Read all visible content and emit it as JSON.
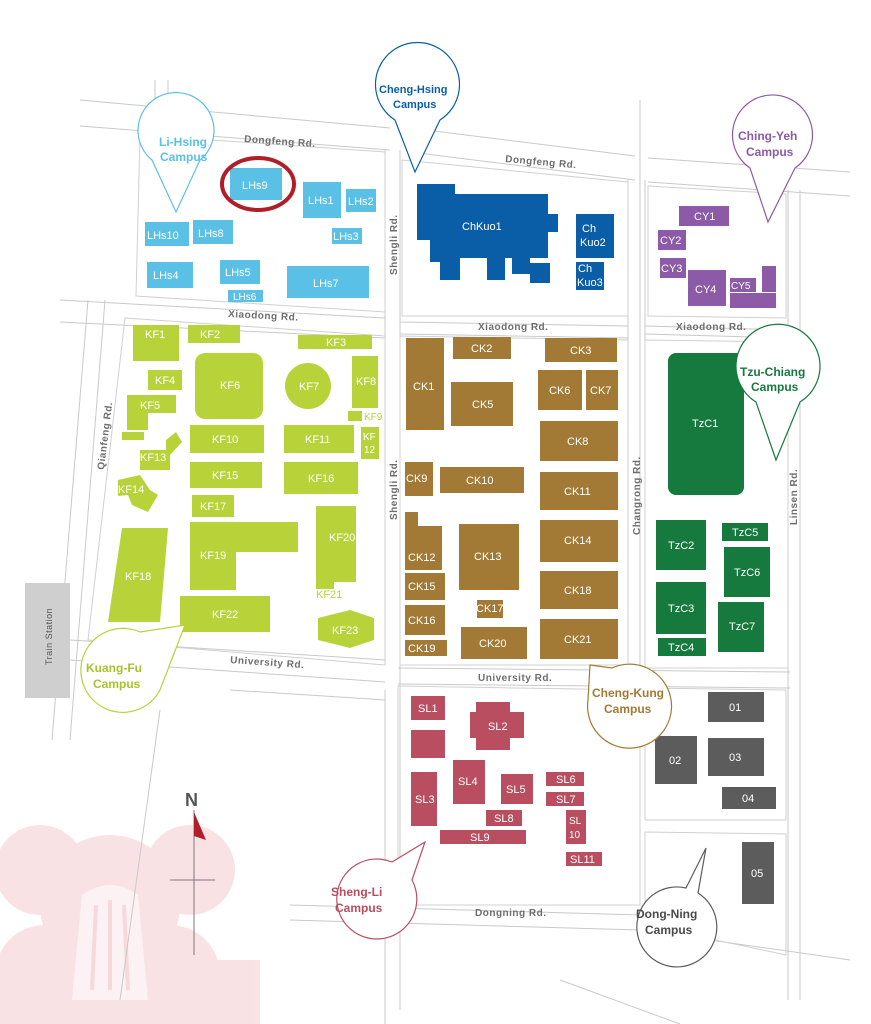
{
  "compass": {
    "label": "N"
  },
  "roads": {
    "dongfeng_w": "Dongfeng Rd.",
    "dongfeng_e": "Dongfeng Rd.",
    "xiaodong_w": "Xiaodong Rd.",
    "xiaodong_c": "Xiaodong Rd.",
    "xiaodong_e": "Xiaodong Rd.",
    "shengli_n": "Shengli Rd.",
    "shengli_s": "Shengli Rd.",
    "qianfeng": "Qianfeng Rd.",
    "changrong": "Changrong Rd.",
    "linsen": "Linsen Rd.",
    "university_w": "University  Rd.",
    "university_e": "University  Rd.",
    "dongning": "Dongning Rd.",
    "train_station": "Train Station"
  },
  "campuses": {
    "lihsing": [
      "Li-Hsing",
      "Campus"
    ],
    "chenghsing": [
      "Cheng-Hsing",
      "Campus"
    ],
    "chingyeh": [
      "Ching-Yeh",
      "Campus"
    ],
    "tzuchiang": [
      "Tzu-Chiang",
      "Campus"
    ],
    "kuangfu": [
      "Kuang-Fu",
      "Campus"
    ],
    "chengkung": [
      "Cheng-Kung",
      "Campus"
    ],
    "shengli": [
      "Sheng-Li",
      "Campus"
    ],
    "dongning": [
      "Dong-Ning",
      "Campus"
    ]
  },
  "colors": {
    "lihsing": "#5bc0e6",
    "chenghsing": "#0a5ea8",
    "chingyeh": "#8c5aa6",
    "tzuchiang": "#167a3e",
    "kuangfu": "#b8d33a",
    "chengkung": "#a37a35",
    "shengli": "#b84e60",
    "dongning": "#5c5c5c",
    "highlight": "#b01e2a"
  },
  "highlighted_building": "LHs9",
  "buildings": {
    "lhs": [
      "LHs9",
      "LHs1",
      "LHs2",
      "LHs3",
      "LHs10",
      "LHs8",
      "LHs4",
      "LHs5",
      "LHs6",
      "LHs7"
    ],
    "chkuo": [
      "ChKuo1",
      "Ch",
      "Kuo2",
      "Ch",
      "Kuo3"
    ],
    "cy": [
      "CY1",
      "CY2",
      "CY3",
      "CY4",
      "CY5"
    ],
    "kf": [
      "KF1",
      "KF2",
      "KF3",
      "KF4",
      "KF5",
      "KF6",
      "KF7",
      "KF8",
      "KF9",
      "KF10",
      "KF11",
      "KF",
      "12",
      "KF13",
      "KF14",
      "KF15",
      "KF16",
      "KF17",
      "KF18",
      "KF19",
      "KF20",
      "KF21",
      "KF22",
      "KF23"
    ],
    "ck": [
      "CK1",
      "CK2",
      "CK3",
      "CK5",
      "CK6",
      "CK7",
      "CK8",
      "CK9",
      "CK10",
      "CK11",
      "CK12",
      "CK13",
      "CK14",
      "CK15",
      "CK16",
      "CK17",
      "CK18",
      "CK19",
      "CK20",
      "CK21"
    ],
    "tzc": [
      "TzC1",
      "TzC2",
      "TzC3",
      "TzC4",
      "TzC5",
      "TzC6",
      "TzC7"
    ],
    "sl": [
      "SL1",
      "SL2",
      "SL3",
      "SL4",
      "SL5",
      "SL6",
      "SL7",
      "SL8",
      "SL9",
      "SL",
      "10",
      "SL11"
    ],
    "dn": [
      "01",
      "02",
      "03",
      "04",
      "05"
    ]
  }
}
